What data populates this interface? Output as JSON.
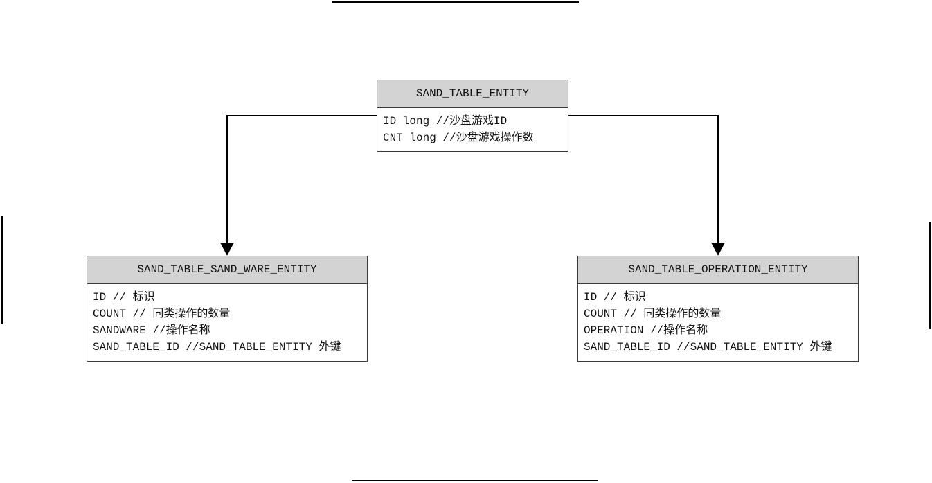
{
  "entities": {
    "sand_table": {
      "name": "SAND_TABLE_ENTITY",
      "fields": [
        "ID long //沙盘游戏ID",
        "CNT long //沙盘游戏操作数"
      ]
    },
    "sand_ware": {
      "name": "SAND_TABLE_SAND_WARE_ENTITY",
      "fields": [
        "ID // 标识",
        "COUNT // 同类操作的数量",
        "SANDWARE //操作名称",
        "SAND_TABLE_ID //SAND_TABLE_ENTITY 外键"
      ]
    },
    "operation": {
      "name": "SAND_TABLE_OPERATION_ENTITY",
      "fields": [
        "ID // 标识",
        "COUNT // 同类操作的数量",
        "OPERATION //操作名称",
        "SAND_TABLE_ID //SAND_TABLE_ENTITY 外键"
      ]
    }
  },
  "colors": {
    "header_fill": "#d3d3d3",
    "border": "#3a3a3a",
    "connector": "#000000"
  }
}
